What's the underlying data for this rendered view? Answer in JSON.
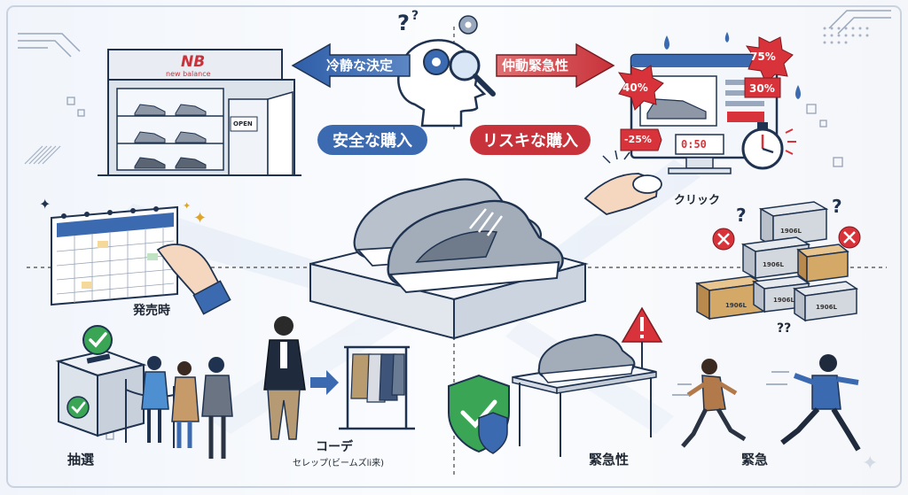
{
  "arrows": {
    "left_label": "冷静な決定",
    "right_label": "仲動緊急性"
  },
  "pills": {
    "safe": "安全な購入",
    "risky": "リスキな購入"
  },
  "store": {
    "brand_logo": "NB",
    "brand_name": "new balance",
    "door_sign": "OPEN"
  },
  "online": {
    "discount_top": "75%",
    "discount_left": "40%",
    "discount_right": "30%",
    "discount_bottom": "-25%",
    "timer": "0:50",
    "click_label": "クリック"
  },
  "boxes": {
    "tag": "1906L",
    "question": "??"
  },
  "labels": {
    "release": "発売時",
    "lottery": "抽選",
    "coordinate": "コーデ",
    "celebrity": "セレップ(ビームズli来)",
    "urgency": "緊急性",
    "emergency": "緊急"
  },
  "colors": {
    "safe_blue": "#3c6ab0",
    "risky_red": "#c8323a",
    "check_green": "#3aa655",
    "navy": "#1f3350",
    "sale_red": "#d8333a"
  }
}
